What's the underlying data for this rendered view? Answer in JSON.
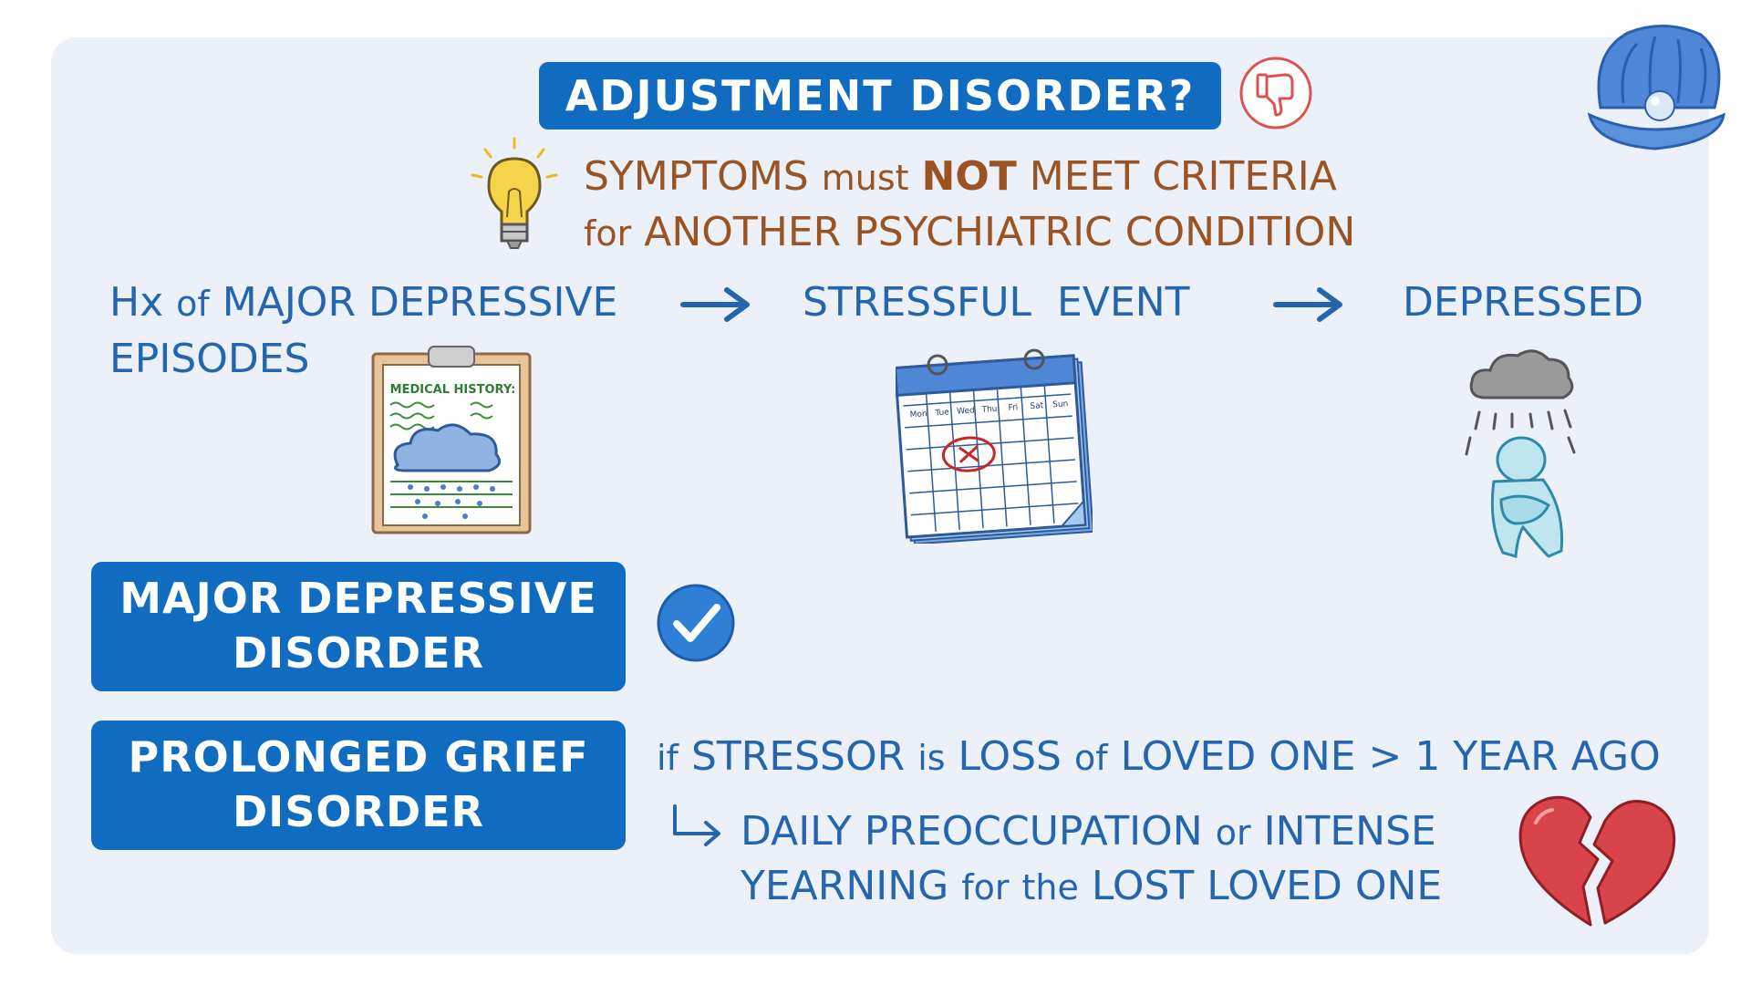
{
  "title": "ADJUSTMENT DISORDER?",
  "criteria": {
    "line1_a": "SYMPTOMS",
    "line1_b": "must",
    "line1_c": "NOT",
    "line1_d": "MEET CRITERIA",
    "line2_a": "for",
    "line2_b": "ANOTHER PSYCHIATRIC CONDITION"
  },
  "flow": {
    "step1_prefix": "Hx",
    "step1_of": "of",
    "step1_line1": "MAJOR DEPRESSIVE",
    "step1_line2": "EPISODES",
    "step2": "STRESSFUL  EVENT",
    "step3": "DEPRESSED"
  },
  "clipboard_label": "MEDICAL HISTORY:",
  "calendar_days": [
    "Mon",
    "Tue",
    "Wed",
    "Thu",
    "Fri",
    "Sat",
    "Sun"
  ],
  "boxes": {
    "mdd_line1": "MAJOR DEPRESSIVE",
    "mdd_line2": "DISORDER",
    "pgd_line1": "PROLONGED GRIEF",
    "pgd_line2": "DISORDER"
  },
  "grief": {
    "if": "if",
    "stressor": "STRESSOR",
    "is": "is",
    "loss": "LOSS",
    "of": "of",
    "loved_one": "LOVED ONE",
    "gt_year": "> 1 YEAR AGO",
    "daily": "DAILY PREOCCUPATION",
    "or": "or",
    "intense": "INTENSE",
    "yearning": "YEARNING",
    "for": "for",
    "the": "the",
    "lost_loved_one": "LOST LOVED ONE"
  },
  "colors": {
    "panel": "#ebf0f9",
    "box_blue": "#0f6cc0",
    "text_blue": "#2565ae",
    "text_brown": "#9a5321",
    "thumb_red": "#d9534f",
    "heart_red": "#d9434b"
  }
}
